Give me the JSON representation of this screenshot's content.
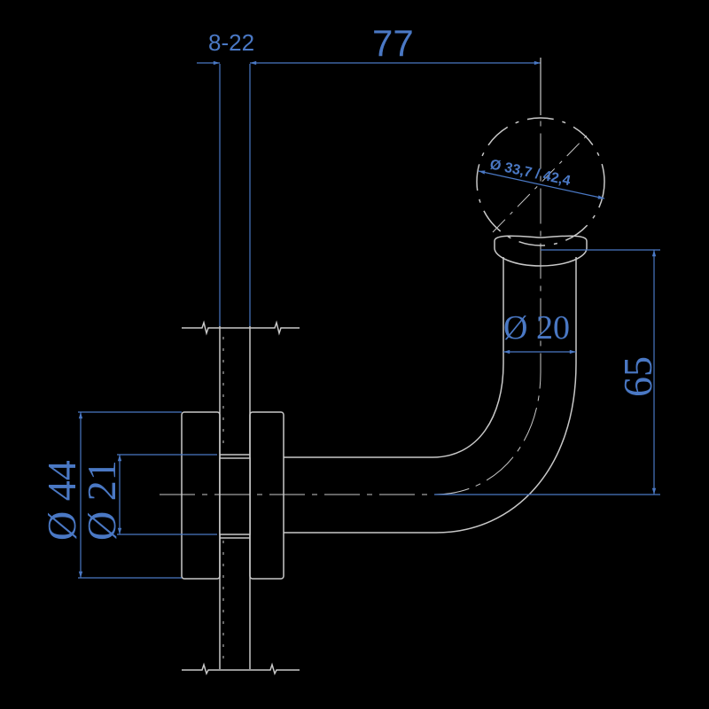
{
  "drawing": {
    "title": "Handrail bracket technical drawing",
    "colors": {
      "background": "#000000",
      "outline": "#c8c8c8",
      "dimension": "#4a78c4"
    },
    "dimensions": {
      "wall_thickness": "8-22",
      "projection": "77",
      "ball_diameter": "Ø 33,7 / 42,4",
      "tube_diameter": "Ø 20",
      "height": "65",
      "flange_diameter": "Ø 44",
      "bolt_diameter": "Ø 21"
    }
  }
}
